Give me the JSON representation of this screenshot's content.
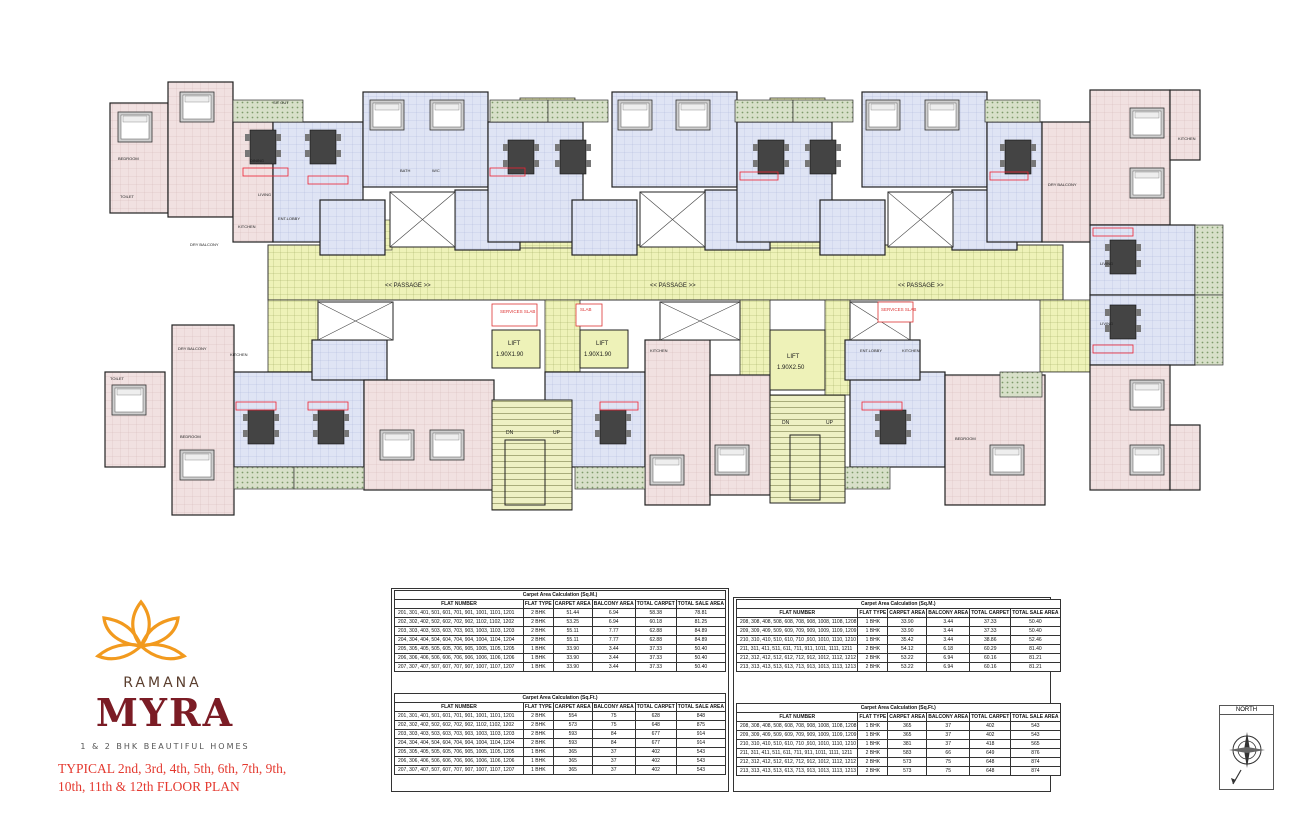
{
  "plan": {
    "passage_label": "<< PASSAGE >>",
    "lift_label": "LIFT",
    "lift_small_size": "1.90X1.90",
    "lift_large_size": "1.90X2.50",
    "services_slab": "SERVICES SLAB",
    "slab": "SLAB",
    "up": "UP",
    "dn": "DN",
    "room_labels": {
      "toilet": "TOILET",
      "bedroom": "BEDROOM",
      "kitchen": "KITCHEN",
      "living": "LIVING",
      "dining": "DINING",
      "dry_balcony": "DRY BALCONY",
      "en_lobby": "ENT.LOBBY",
      "sit_out": "SIT OUT",
      "bath": "BATH",
      "wc": "W/C"
    }
  },
  "brand": {
    "ramana": "RAMANA",
    "myra": "MYRA",
    "tagline": "1 & 2 BHK BEAUTIFUL HOMES",
    "floor_plan_line1": "TYPICAL  2nd, 3rd, 4th, 5th, 6th, 7th, 9th,",
    "floor_plan_line2": "10th, 11th & 12th  FLOOR PLAN",
    "logo_color": "#f29a1e",
    "accent_red": "#e4392f",
    "myra_color": "#7b1c25"
  },
  "compass": {
    "label": "NORTH"
  },
  "tables": {
    "headers": [
      "FLAT NUMBER",
      "FLAT TYPE",
      "CARPET AREA",
      "BALCONY AREA",
      "TOTAL CARPET",
      "TOTAL SALE AREA"
    ],
    "left_sqm": {
      "caption": "Carpet Area Calculation (Sq.M.)",
      "rows": [
        [
          "201, 301, 401, 501, 601, 701, 901, 1001, 1101, 1201",
          "2 BHK",
          "51.44",
          "6.94",
          "58.38",
          "78.81"
        ],
        [
          "202, 302, 402, 502, 602, 702, 902, 1102, 1102, 1202",
          "2 BHK",
          "53.25",
          "6.94",
          "60.18",
          "81.25"
        ],
        [
          "203, 303, 403, 503, 603, 703, 903, 1003, 1103, 1203",
          "2 BHK",
          "55.11",
          "7.77",
          "62.88",
          "84.89"
        ],
        [
          "204, 304, 404, 504, 604, 704, 904, 1004, 1104, 1204",
          "2 BHK",
          "55.11",
          "7.77",
          "62.88",
          "84.89"
        ],
        [
          "205, 305, 405, 505, 605, 706, 905, 1005, 1105, 1205",
          "1 BHK",
          "33.90",
          "3.44",
          "37.33",
          "50.40"
        ],
        [
          "206, 306, 406, 506, 606, 706, 906, 1006, 1106, 1206",
          "1 BHK",
          "33.90",
          "3.44",
          "37.33",
          "50.40"
        ],
        [
          "207, 307, 407, 507, 607, 707, 907, 1007, 1107, 1207",
          "1 BHK",
          "33.90",
          "3.44",
          "37.33",
          "50.40"
        ]
      ]
    },
    "left_sqft": {
      "caption": "Carpet Area Calculation (Sq.Ft.)",
      "rows": [
        [
          "201, 301, 401, 501, 601, 701, 901, 1001, 1101, 1201",
          "2 BHK",
          "554",
          "75",
          "628",
          "848"
        ],
        [
          "202, 302, 402, 502, 602, 702, 902, 1102, 1102, 1202",
          "2 BHK",
          "573",
          "75",
          "648",
          "875"
        ],
        [
          "203, 303, 403, 503, 603, 703, 903, 1003, 1103, 1203",
          "2 BHK",
          "593",
          "84",
          "677",
          "914"
        ],
        [
          "204, 304, 404, 504, 604, 704, 904, 1004, 1104, 1204",
          "2 BHK",
          "593",
          "84",
          "677",
          "914"
        ],
        [
          "205, 305, 405, 505, 605, 706, 905, 1005, 1105, 1205",
          "1 BHK",
          "365",
          "37",
          "402",
          "543"
        ],
        [
          "206, 306, 406, 506, 606, 706, 906, 1006, 1106, 1206",
          "1 BHK",
          "365",
          "37",
          "402",
          "543"
        ],
        [
          "207, 307, 407, 507, 607, 707, 907, 1007, 1107, 1207",
          "1 BHK",
          "365",
          "37",
          "402",
          "543"
        ]
      ]
    },
    "right_sqm": {
      "caption": "Carpet Area Calculation (Sq.M.)",
      "rows": [
        [
          "208, 308, 408, 508, 608, 708, 908, 1008, 1108, 1208",
          "1 BHK",
          "33.90",
          "3.44",
          "37.33",
          "50.40"
        ],
        [
          "209, 309, 409, 509, 609, 709, 909, 1009, 1109, 1209",
          "1 BHK",
          "33.90",
          "3.44",
          "37.33",
          "50.40"
        ],
        [
          "210, 310, 410, 510, 610, 710 ,910, 1010, 1110, 1210",
          "1 BHK",
          "35.42",
          "3.44",
          "38.86",
          "52.46"
        ],
        [
          "211, 311, 411, 511, 611, 711, 911, 1011, 1111, 1211",
          "2 BHK",
          "54.12",
          "6.18",
          "60.29",
          "81.40"
        ],
        [
          "212, 312, 412, 512, 612, 712, 912, 1012, 1112, 1212",
          "2 BHK",
          "53.22",
          "6.94",
          "60.16",
          "81.21"
        ],
        [
          "213, 313, 413, 513, 613, 713, 913, 1013, 1113, 1213",
          "2 BHK",
          "53.22",
          "6.94",
          "60.16",
          "81.21"
        ]
      ]
    },
    "right_sqft": {
      "caption": "Carpet Area Calculation (Sq.Ft.)",
      "rows": [
        [
          "208, 308, 408, 508, 608, 708, 908, 1008, 1108, 1208",
          "1 BHK",
          "365",
          "37",
          "402",
          "543"
        ],
        [
          "209, 309, 409, 509, 609, 709, 909, 1009, 1109, 1209",
          "1 BHK",
          "365",
          "37",
          "402",
          "543"
        ],
        [
          "210, 310, 410, 510, 610, 710 ,910, 1010, 1110, 1210",
          "1 BHK",
          "381",
          "37",
          "418",
          "565"
        ],
        [
          "211, 311, 411, 511, 611, 711, 911, 1011, 1111, 1211",
          "2 BHK",
          "583",
          "66",
          "649",
          "876"
        ],
        [
          "212, 312, 412, 512, 612, 712, 912, 1012, 1112, 1212",
          "2 BHK",
          "573",
          "75",
          "648",
          "874"
        ],
        [
          "213, 313, 413, 513, 613, 713, 913, 1013, 1113, 1213",
          "2 BHK",
          "573",
          "75",
          "648",
          "874"
        ]
      ]
    }
  }
}
